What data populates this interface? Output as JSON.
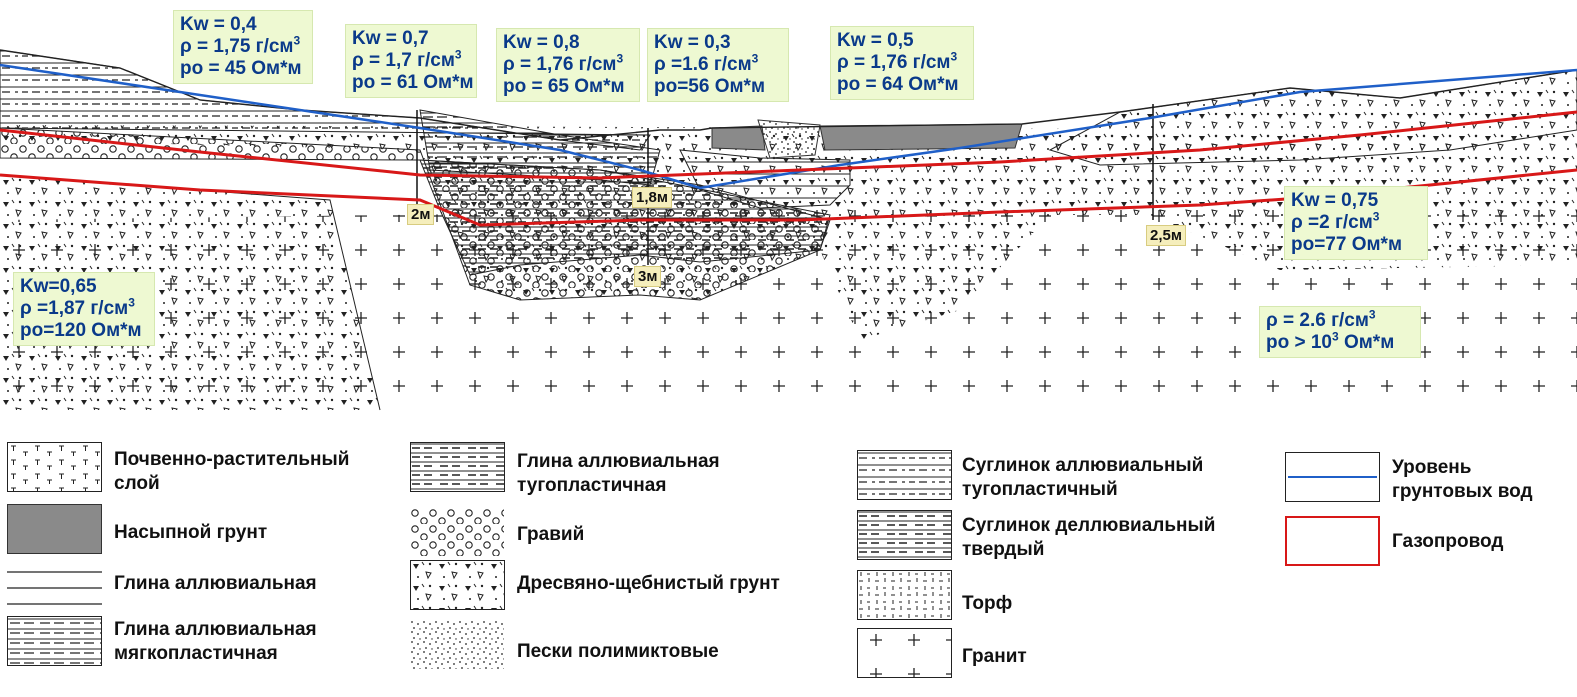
{
  "callouts": [
    {
      "id": "c1",
      "kw": "Kw = 0,4",
      "rho": "ρ = 1,75 г/см",
      "rho_sup": "3",
      "ro": "ро = 45 Ом*м"
    },
    {
      "id": "c2",
      "kw": "Kw = 0,7",
      "rho": "ρ = 1,7 г/см",
      "rho_sup": "3",
      "ro": "ро = 61 Ом*м"
    },
    {
      "id": "c3",
      "kw": "Kw = 0,8",
      "rho": "ρ = 1,76 г/см",
      "rho_sup": "3",
      "ro": "ро = 65 Ом*м"
    },
    {
      "id": "c4",
      "kw": "Kw = 0,3",
      "rho": "ρ =1.6 г/см",
      "rho_sup": "3",
      "ro": "ро=56 Ом*м"
    },
    {
      "id": "c5",
      "kw": "Kw = 0,5",
      "rho": "ρ = 1,76 г/см",
      "rho_sup": "3",
      "ro": "ро = 64 Ом*м"
    },
    {
      "id": "c6",
      "kw": "Kw = 0,75",
      "rho": "ρ =2 г/см",
      "rho_sup": "3",
      "ro": "ро=77 Ом*м"
    },
    {
      "id": "c7",
      "kw": "Kw=0,65",
      "rho": "ρ =1,87 г/см",
      "rho_sup": "3",
      "ro": "ро=120 Ом*м"
    }
  ],
  "granite_callout": {
    "rho": "ρ = 2.6 г/см",
    "rho_sup": "3",
    "ro_prefix": "ро > 10",
    "ro_sup": "3",
    "ro_suffix": " Ом*м"
  },
  "depth_labels": [
    "2м",
    "1,8м",
    "3м",
    "2,5м"
  ],
  "legend": {
    "col1": [
      {
        "line1": "Почвенно-растительный",
        "line2": "слой"
      },
      {
        "line1": "Насыпной грунт"
      },
      {
        "line1": "Глина аллювиальная"
      },
      {
        "line1": "Глина аллювиальная",
        "line2": "мягкопластичная"
      }
    ],
    "col2": [
      {
        "line1": "Глина аллювиальная",
        "line2": "тугопластичная"
      },
      {
        "line1": "Гравий"
      },
      {
        "line1": "Дресвяно-щебнистый грунт"
      },
      {
        "line1": "Пески полимиктовые"
      }
    ],
    "col3": [
      {
        "line1": "Суглинок аллювиальный",
        "line2": "тугопластичный"
      },
      {
        "line1": "Суглинок деллювиальный",
        "line2": "твердый"
      },
      {
        "line1": "Торф"
      },
      {
        "line1": "Гранит"
      }
    ],
    "col4": [
      {
        "line1": "Уровень",
        "line2": "грунтовых вод"
      },
      {
        "line1": "Газопровод"
      }
    ]
  },
  "colors": {
    "groundwater": "#1f5fc8",
    "pipeline": "#d81818",
    "callout_bg": "#eef9d2",
    "callout_text": "#0a3a8a",
    "fill_soil": "#8a8a8a"
  }
}
